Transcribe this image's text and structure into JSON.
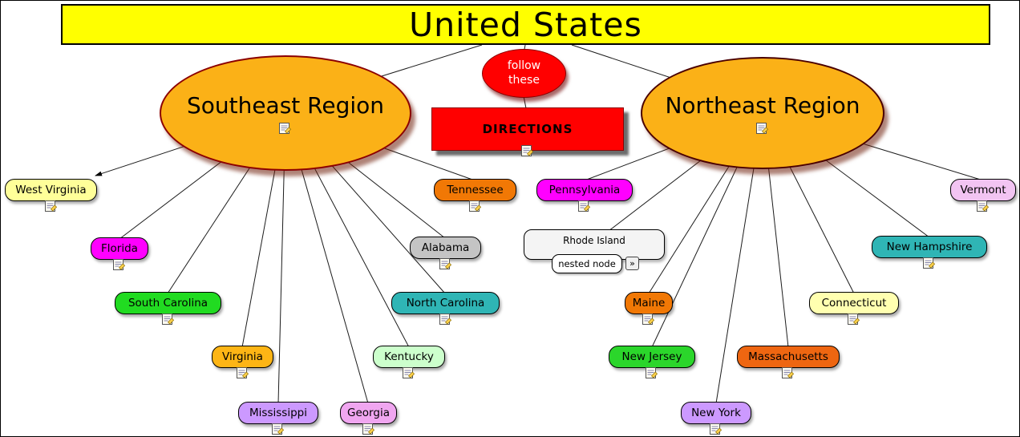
{
  "title": "United States",
  "connector_node": {
    "line1": "follow",
    "line2": "these"
  },
  "directions_node": {
    "label": "DIRECTIONS"
  },
  "regions": [
    {
      "label": "Southeast Region"
    },
    {
      "label": "Northeast Region"
    }
  ],
  "region_color": "#FBB117",
  "nodes": [
    {
      "label": "West Virginia",
      "color": "#FFFF99"
    },
    {
      "label": "Florida",
      "color": "#FF00FF"
    },
    {
      "label": "South Carolina",
      "color": "#21DB21"
    },
    {
      "label": "Virginia",
      "color": "#FDB515"
    },
    {
      "label": "Mississippi",
      "color": "#CC99FF"
    },
    {
      "label": "Georgia",
      "color": "#F0A6F0"
    },
    {
      "label": "Kentucky",
      "color": "#CCFFCC"
    },
    {
      "label": "North Carolina",
      "color": "#2FB5B5"
    },
    {
      "label": "Alabama",
      "color": "#C4C4C4"
    },
    {
      "label": "Tennessee",
      "color": "#F17805"
    },
    {
      "label": "Pennsylvania",
      "color": "#FF00FF"
    },
    {
      "label": "Rhode Island",
      "color": "#F4F4F4"
    },
    {
      "label": "Maine",
      "color": "#F17805"
    },
    {
      "label": "New Jersey",
      "color": "#2BD62B"
    },
    {
      "label": "New York",
      "color": "#CC99FF"
    },
    {
      "label": "Massachusetts",
      "color": "#EE6611"
    },
    {
      "label": "Connecticut",
      "color": "#FFFFB0"
    },
    {
      "label": "New Hampshire",
      "color": "#2FB5B5"
    },
    {
      "label": "Vermont",
      "color": "#F2C4F2"
    }
  ],
  "nested_node": {
    "label": "nested node",
    "expander": "»"
  },
  "colors": {
    "title_bg": "#FFFF00",
    "connector_bg": "#FF0000",
    "directions_bg": "#FF0000"
  }
}
